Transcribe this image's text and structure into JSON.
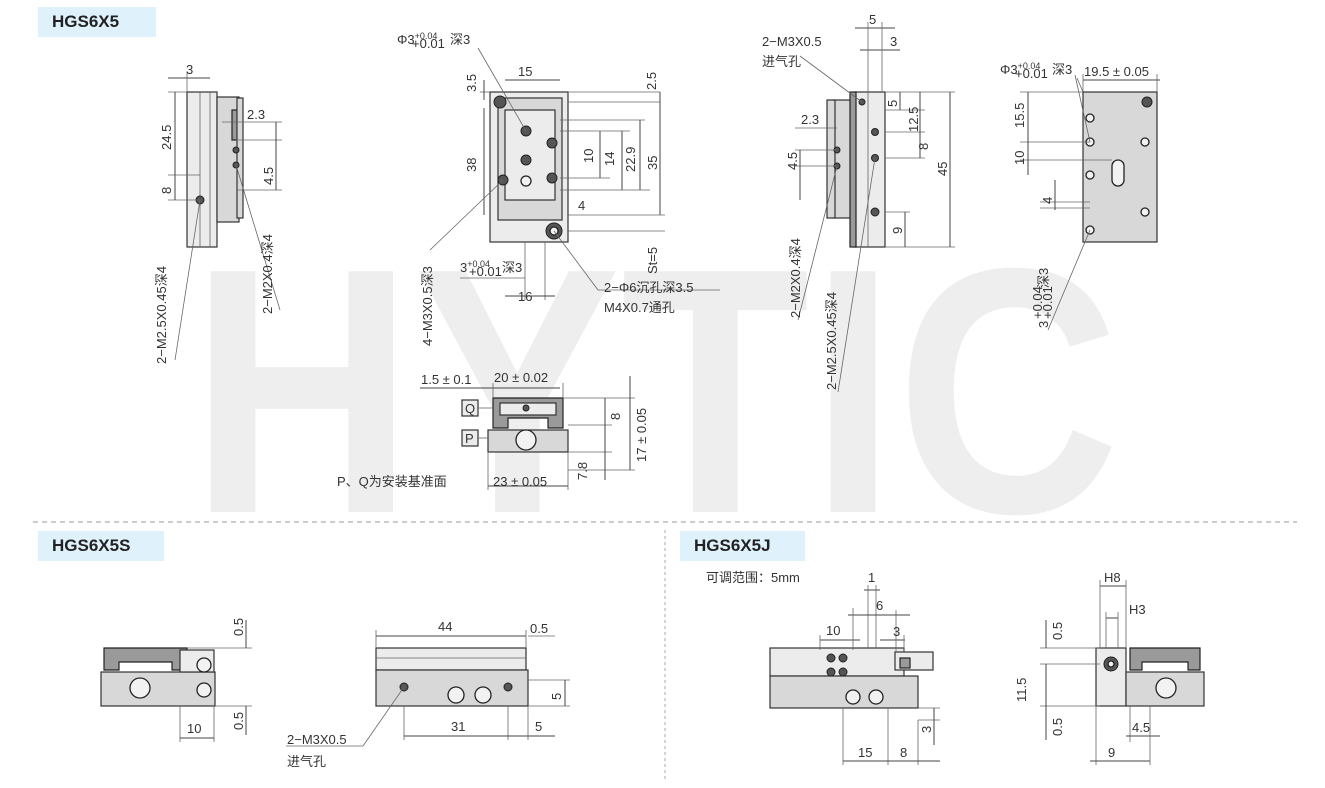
{
  "watermark": "HYTIC",
  "sections": {
    "hgs6x5": "HGS6X5",
    "hgs6x5s": "HGS6X5S",
    "hgs6x5j": "HGS6X5J"
  },
  "dims": {
    "v1_3": "3",
    "v1_24_5": "24.5",
    "v1_2_3": "2.3",
    "v1_8": "8",
    "v1_4_5": "4.5",
    "v1_m25": "2−M2.5X0.45深4",
    "v1_m2": "2−M2X0.4深4",
    "v2_phi3": "Φ3",
    "v2_phi3_tol_top": "+0.04",
    "v2_phi3_tol_bot": "+0.01",
    "v2_phi3_depth": "深3",
    "v2_3_5": "3.5",
    "v2_15": "15",
    "v2_2_5": "2.5",
    "v2_38": "38",
    "v2_10": "10",
    "v2_14": "14",
    "v2_22_9": "22.9",
    "v2_35": "35",
    "v2_4": "4",
    "v2_st5": "St=5",
    "v2_m3": "4−M3X0.5深3",
    "v2_3": "3",
    "v2_3_tol_top": "+0.04",
    "v2_3_tol_bot": "+0.01",
    "v2_3_depth": "深3",
    "v2_16": "16",
    "v2_phi6": "2−Φ6沉孔深3.5",
    "v2_m4": "M4X0.7通孔",
    "v3_1_5": "1.5 ± 0.1",
    "v3_20": "20 ± 0.02",
    "v3_q": "Q",
    "v3_p": "P",
    "v3_8": "8",
    "v3_17": "17 ± 0.05",
    "v3_7_8": "7.8",
    "v3_23": "23 ± 0.05",
    "v3_note": "P、Q为安装基准面",
    "v4_5": "5",
    "v4_3": "3",
    "v4_m3": "2−M3X0.5",
    "v4_port": "进气孔",
    "v4_5b": "5",
    "v4_12_5": "12.5",
    "v4_2_3": "2.3",
    "v4_8": "8",
    "v4_45": "45",
    "v4_4_5": "4.5",
    "v4_9": "9",
    "v4_m2": "2−M2X0.4深4",
    "v4_m25": "2−M2.5X0.45深4",
    "v5_phi3": "Φ3",
    "v5_phi3_tol_top": "+0.04",
    "v5_phi3_tol_bot": "+0.01",
    "v5_phi3_depth": "深3",
    "v5_19_5": "19.5 ± 0.05",
    "v5_15_5": "15.5",
    "v5_10": "10",
    "v5_4": "4",
    "v5_3": "3",
    "v5_3_tol_top": "+0.04",
    "v5_3_tol_bot": "+0.01",
    "v5_3_depth": "深3",
    "s1_0_5a": "0.5",
    "s1_0_5b": "0.5",
    "s1_10": "10",
    "s2_44": "44",
    "s2_0_5": "0.5",
    "s2_5": "5",
    "s2_31": "31",
    "s2_5b": "5",
    "s2_m3": "2−M3X0.5",
    "s2_port": "进气孔",
    "j_range": "可调范围：5mm",
    "j1_1": "1",
    "j1_6": "6",
    "j1_10": "10",
    "j1_3": "3",
    "j1_3b": "3",
    "j1_15": "15",
    "j1_8": "8",
    "j2_h8": "H8",
    "j2_h3": "H3",
    "j2_0_5a": "0.5",
    "j2_11_5": "11.5",
    "j2_0_5b": "0.5",
    "j2_4_5": "4.5",
    "j2_9": "9"
  }
}
